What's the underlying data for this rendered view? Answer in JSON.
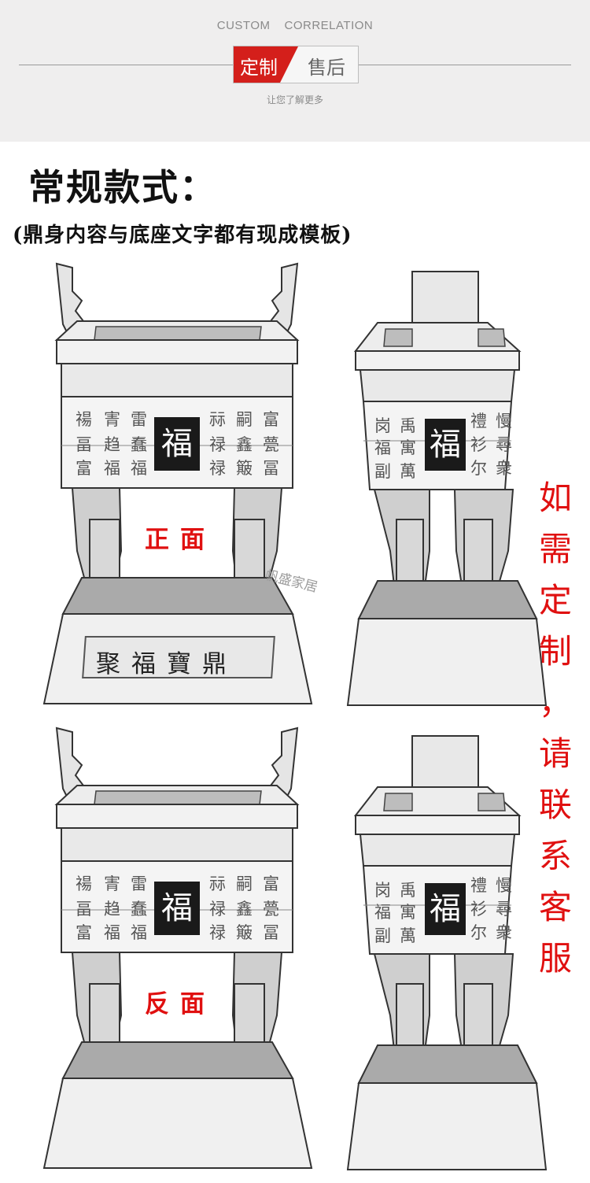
{
  "header": {
    "en_left": "CUSTOM",
    "en_right": "CORRELATION",
    "badge_active": "定制",
    "badge_inactive": "售后",
    "subtitle": "让您了解更多"
  },
  "title": "常规款式：",
  "subtitle": "(鼎身内容与底座文字都有现成模板)",
  "labels": {
    "front": "正面",
    "back": "反面"
  },
  "plaque": "聚福寶鼎",
  "seal_char": "福",
  "watermark": "帆盛家居",
  "vertical_note": [
    "如",
    "需",
    "定",
    "制",
    "，",
    "请",
    "联",
    "系",
    "客",
    "服"
  ],
  "colors": {
    "accent_red": "#d41f1b",
    "note_red": "#e01010"
  }
}
